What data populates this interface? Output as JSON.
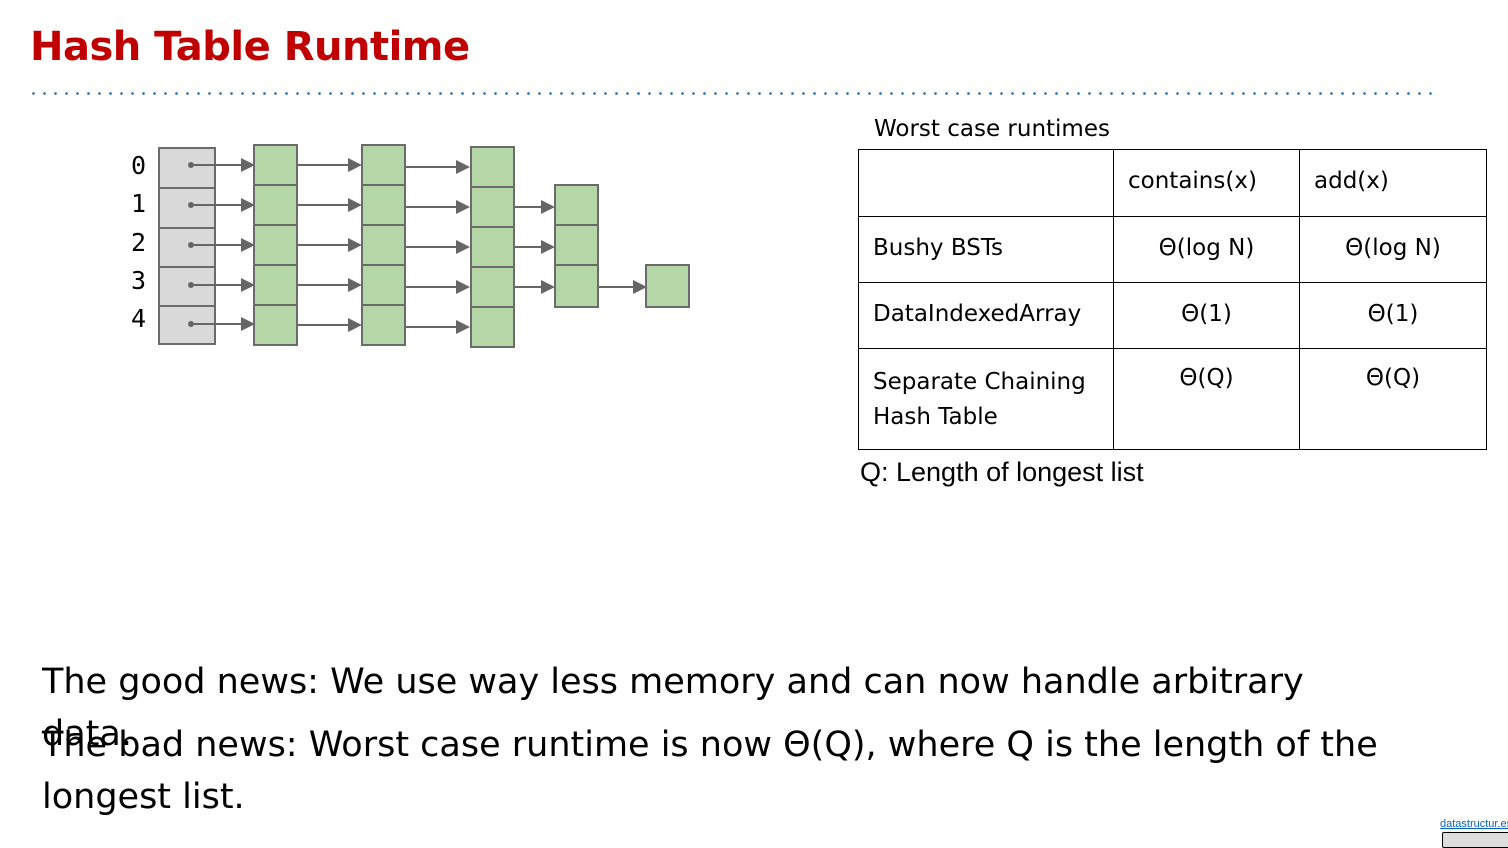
{
  "title": "Hash Table Runtime",
  "diagram": {
    "indices": [
      "0",
      "1",
      "2",
      "3",
      "4"
    ]
  },
  "table": {
    "caption": "Worst case runtimes",
    "headers": [
      "",
      "contains(x)",
      "add(x)"
    ],
    "rows": [
      {
        "name": "Bushy BSTs",
        "contains": "Θ(log N)",
        "add": "Θ(log N)"
      },
      {
        "name": "DataIndexedArray",
        "contains": "Θ(1)",
        "add": "Θ(1)"
      },
      {
        "name_line1": "Separate Chaining",
        "name_line2": "Hash Table",
        "contains": "Θ(Q)",
        "add": "Θ(Q)"
      }
    ],
    "note": "Q: Length of longest list"
  },
  "text": {
    "good_news": "The good news: We use way less memory and can now handle arbitrary data.",
    "bad_news": "The bad news: Worst case runtime is now Θ(Q), where Q is the length of the longest list."
  },
  "footer": {
    "link": "datastructur.es"
  },
  "colors": {
    "title": "#c00000",
    "bucket": "#d9d9d9",
    "node": "#b5d7a8",
    "divider": "#2e75b6"
  }
}
